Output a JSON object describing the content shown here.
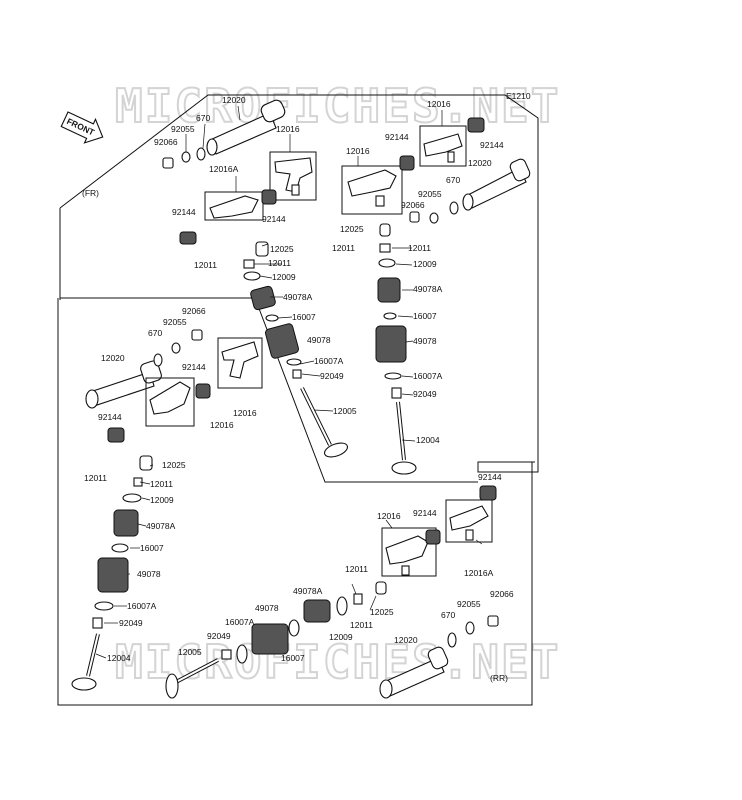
{
  "diagram": {
    "code": "E1210",
    "watermark": "MICROFICHES.NET",
    "front_badge": "FRONT",
    "section_front": "(FR)",
    "section_rear": "(RR)",
    "labels": [
      {
        "id": "l1",
        "text": "12020"
      },
      {
        "id": "l2",
        "text": "670"
      },
      {
        "id": "l3",
        "text": "92055"
      },
      {
        "id": "l4",
        "text": "92066"
      },
      {
        "id": "l5",
        "text": "12016"
      },
      {
        "id": "l6",
        "text": "12016A"
      },
      {
        "id": "l7",
        "text": "92144"
      },
      {
        "id": "l8",
        "text": "92144"
      },
      {
        "id": "l9",
        "text": "12025"
      },
      {
        "id": "l10",
        "text": "12011"
      },
      {
        "id": "l11",
        "text": "12011"
      },
      {
        "id": "l12",
        "text": "12009"
      },
      {
        "id": "l13",
        "text": "49078A"
      },
      {
        "id": "l14",
        "text": "16007"
      },
      {
        "id": "l15",
        "text": "49078"
      },
      {
        "id": "l16",
        "text": "16007A"
      },
      {
        "id": "l17",
        "text": "92049"
      },
      {
        "id": "l18",
        "text": "12005"
      },
      {
        "id": "l19",
        "text": "12016"
      },
      {
        "id": "l20",
        "text": "92144"
      },
      {
        "id": "l21",
        "text": "92144"
      },
      {
        "id": "l22",
        "text": "12016"
      },
      {
        "id": "l23",
        "text": "12020"
      },
      {
        "id": "l24",
        "text": "670"
      },
      {
        "id": "l25",
        "text": "92055"
      },
      {
        "id": "l26",
        "text": "92066"
      },
      {
        "id": "l27",
        "text": "12025"
      },
      {
        "id": "l28",
        "text": "12011"
      },
      {
        "id": "l29",
        "text": "12011"
      },
      {
        "id": "l30",
        "text": "12009"
      },
      {
        "id": "l31",
        "text": "49078A"
      },
      {
        "id": "l32",
        "text": "16007"
      },
      {
        "id": "l33",
        "text": "49078"
      },
      {
        "id": "l34",
        "text": "16007A"
      },
      {
        "id": "l35",
        "text": "92049"
      },
      {
        "id": "l36",
        "text": "12004"
      },
      {
        "id": "l37",
        "text": "92066"
      },
      {
        "id": "l38",
        "text": "92055"
      },
      {
        "id": "l39",
        "text": "670"
      },
      {
        "id": "l40",
        "text": "12020"
      },
      {
        "id": "l41",
        "text": "92144"
      },
      {
        "id": "l42",
        "text": "12016"
      },
      {
        "id": "l43",
        "text": "92144"
      },
      {
        "id": "l44",
        "text": "12016"
      },
      {
        "id": "l45",
        "text": "12025"
      },
      {
        "id": "l46",
        "text": "12011"
      },
      {
        "id": "l47",
        "text": "12011"
      },
      {
        "id": "l48",
        "text": "12009"
      },
      {
        "id": "l49",
        "text": "49078A"
      },
      {
        "id": "l50",
        "text": "16007"
      },
      {
        "id": "l51",
        "text": "49078"
      },
      {
        "id": "l52",
        "text": "16007A"
      },
      {
        "id": "l53",
        "text": "92049"
      },
      {
        "id": "l54",
        "text": "12004"
      },
      {
        "id": "l55",
        "text": "92144"
      },
      {
        "id": "l56",
        "text": "12016"
      },
      {
        "id": "l57",
        "text": "92144"
      },
      {
        "id": "l58",
        "text": "12016A"
      },
      {
        "id": "l59",
        "text": "12011"
      },
      {
        "id": "l60",
        "text": "12025"
      },
      {
        "id": "l61",
        "text": "12011"
      },
      {
        "id": "l62",
        "text": "12009"
      },
      {
        "id": "l63",
        "text": "49078A"
      },
      {
        "id": "l64",
        "text": "49078"
      },
      {
        "id": "l65",
        "text": "16007A"
      },
      {
        "id": "l66",
        "text": "16007"
      },
      {
        "id": "l67",
        "text": "92049"
      },
      {
        "id": "l68",
        "text": "12005"
      },
      {
        "id": "l69",
        "text": "670"
      },
      {
        "id": "l70",
        "text": "92055"
      },
      {
        "id": "l71",
        "text": "92066"
      },
      {
        "id": "l72",
        "text": "12020"
      }
    ]
  }
}
